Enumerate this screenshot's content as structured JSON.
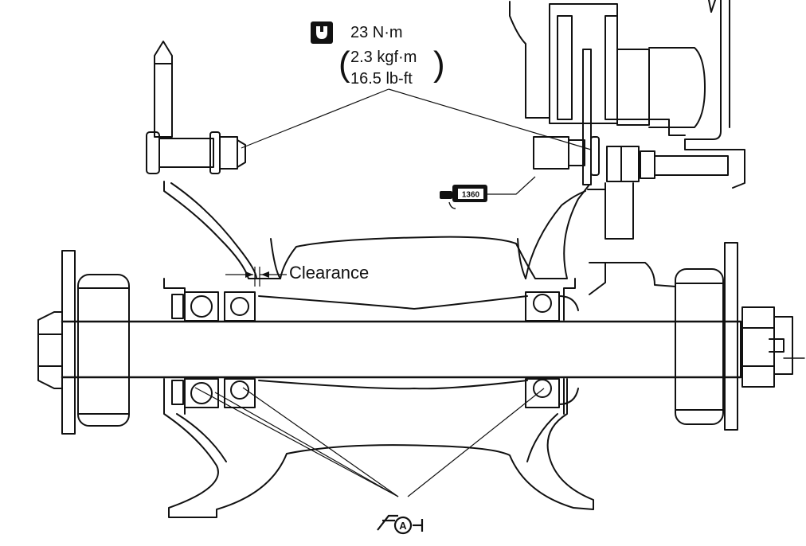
{
  "torque_spec": {
    "value_nm": "23 N·m",
    "value_kgfm": "2.3 kgf·m",
    "value_lbft": "16.5 lb-ft",
    "icon": "torque-wrench-icon"
  },
  "clearance_label": "Clearance",
  "sealant_badge": {
    "code": "1360",
    "icon": "sealant-tube-icon"
  },
  "grease_symbol": {
    "letter": "A",
    "icon": "grease-gun-icon"
  },
  "colors": {
    "ink": "#111111",
    "paper": "#ffffff"
  }
}
